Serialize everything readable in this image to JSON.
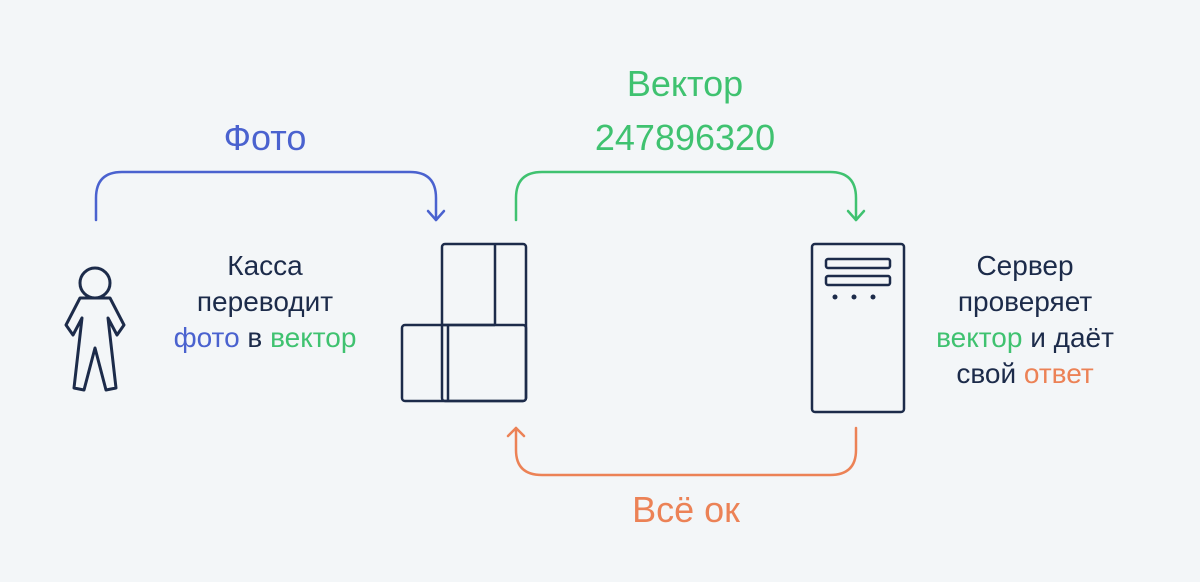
{
  "colors": {
    "navy": "#1c2b4a",
    "blue": "#4a62cf",
    "green": "#3fc270",
    "orange": "#ec8256",
    "background": "#f3f6f8"
  },
  "icons": {
    "person": "person-icon",
    "terminal": "pos-terminal-icon",
    "server": "server-icon"
  },
  "arrows": {
    "photo": {
      "label": "Фото"
    },
    "vector": {
      "label": "Вектор",
      "value": "247896320"
    },
    "response": {
      "label": "Всё ок"
    }
  },
  "terminal_caption": {
    "line1": "Касса",
    "line2": "переводит",
    "word_photo": "фото",
    "word_in": "в",
    "word_vector": "вектор"
  },
  "server_caption": {
    "line1": "Сервер",
    "line2": "проверяет",
    "word_vector": "вектор",
    "word_and_gives": "и даёт",
    "word_own": "свой",
    "word_answer": "ответ"
  }
}
